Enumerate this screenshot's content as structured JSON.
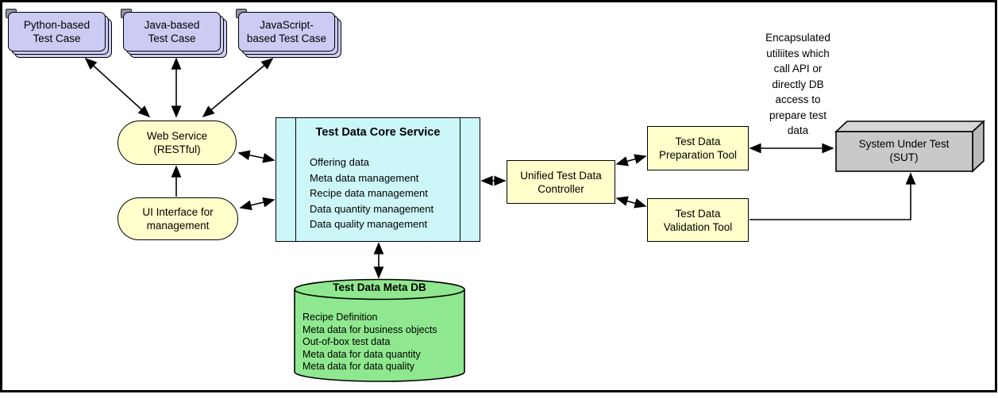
{
  "diagram": {
    "test_cases": [
      {
        "lines": [
          "Python-based",
          "Test Case"
        ]
      },
      {
        "lines": [
          "Java-based",
          "Test Case"
        ]
      },
      {
        "lines": [
          "JavaScript-",
          "based Test Case"
        ]
      }
    ],
    "web_service": {
      "lines": [
        "Web Service",
        "(RESTful)"
      ]
    },
    "ui_interface": {
      "lines": [
        "UI Interface for",
        "management"
      ]
    },
    "core_service": {
      "title": "Test Data Core Service",
      "items": [
        "Offering data",
        "Meta data management",
        "Recipe data management",
        "Data quantity management",
        "Data quality management"
      ]
    },
    "controller": {
      "lines": [
        "Unified Test Data",
        "Controller"
      ]
    },
    "preparation_tool": {
      "lines": [
        "Test Data",
        "Preparation Tool"
      ]
    },
    "validation_tool": {
      "lines": [
        "Test Data",
        "Validation Tool"
      ]
    },
    "sut": {
      "lines": [
        "System Under Test",
        "(SUT)"
      ]
    },
    "meta_db": {
      "title": "Test Data Meta DB",
      "items": [
        "Recipe Definition",
        "Meta data for business objects",
        "Out-of-box test data",
        "Meta data for data quantity",
        "Meta data for data quality"
      ]
    },
    "annotation": {
      "lines": [
        "Encapsulated",
        "utiliites which",
        "call API or",
        "directly DB",
        "access to",
        "prepare test",
        "data"
      ]
    },
    "colors": {
      "test_case_fill": "#CBCBF3",
      "service_fill": "#FFFFCC",
      "core_fill": "#CDF6F9",
      "db_fill": "#8FE88F",
      "sut_fill": "#C9C9C9",
      "stroke": "#000000"
    }
  }
}
